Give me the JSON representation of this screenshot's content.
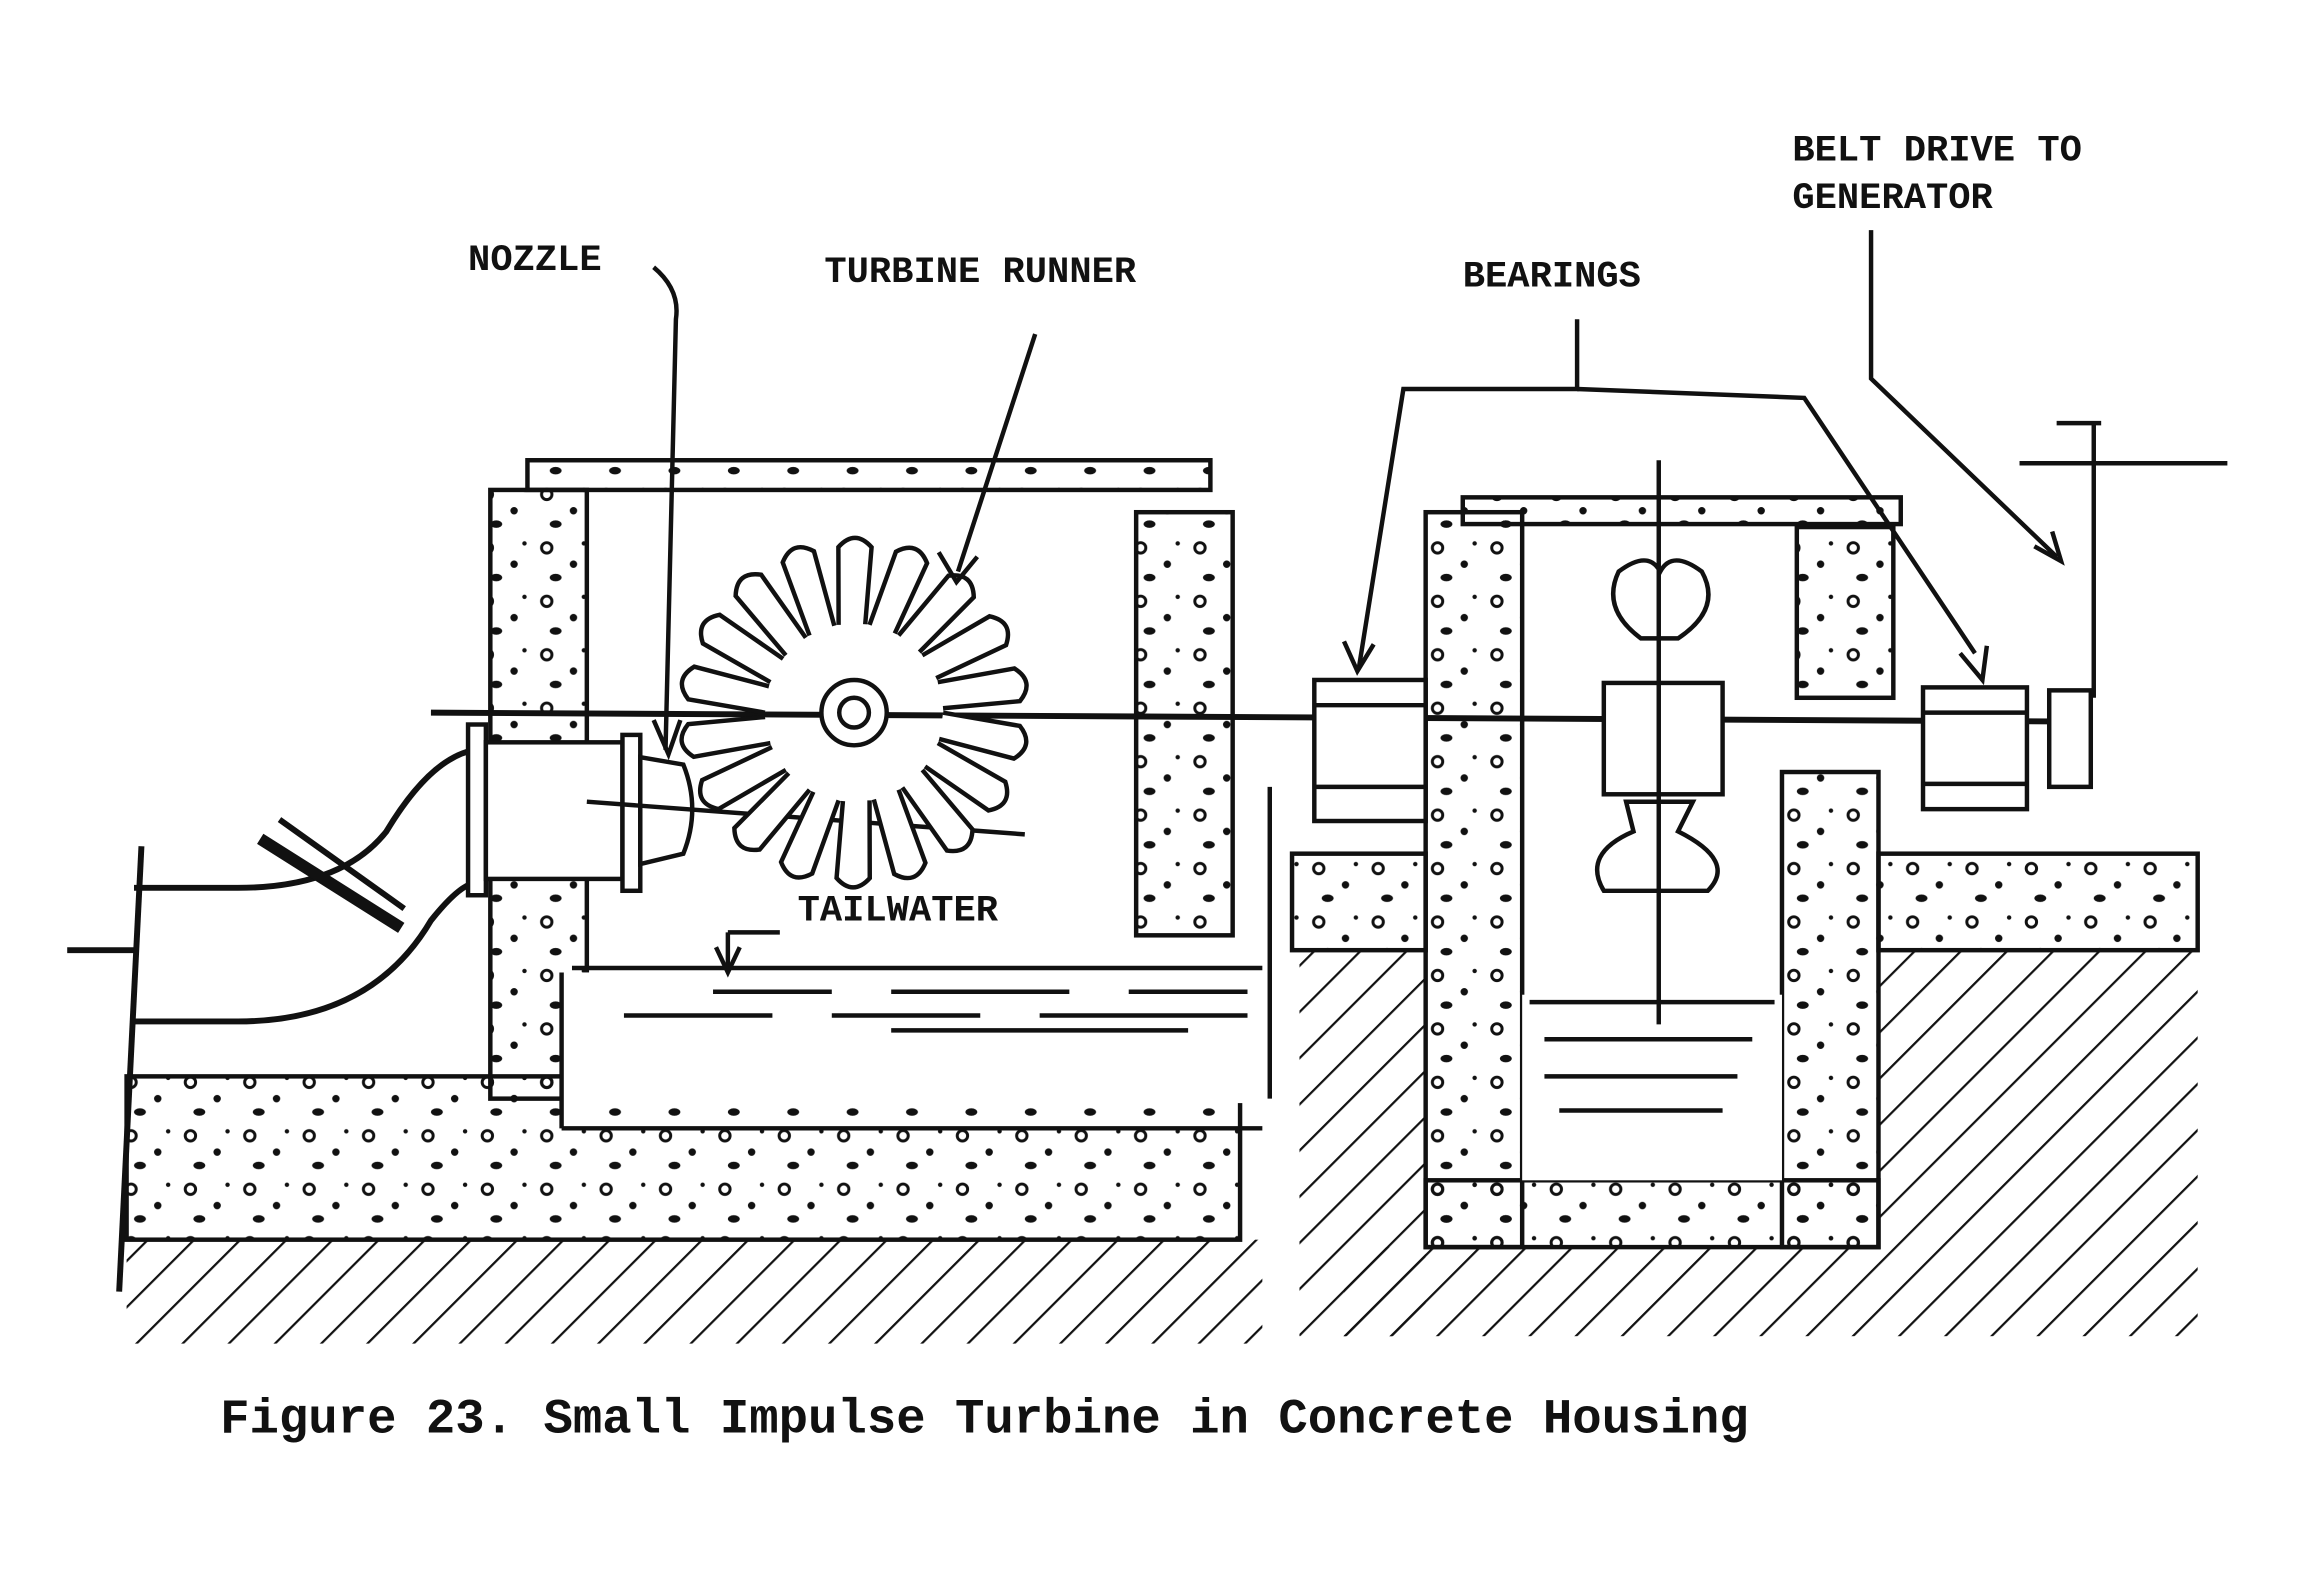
{
  "labels": {
    "nozzle": "NOZZLE",
    "turbine_runner": "TURBINE RUNNER",
    "bearings": "BEARINGS",
    "belt_drive_line1": "BELT DRIVE TO",
    "belt_drive_line2": "GENERATOR",
    "tailwater": "TAILWATER"
  },
  "caption": "Figure 23. Small Impulse Turbine in Concrete Housing"
}
